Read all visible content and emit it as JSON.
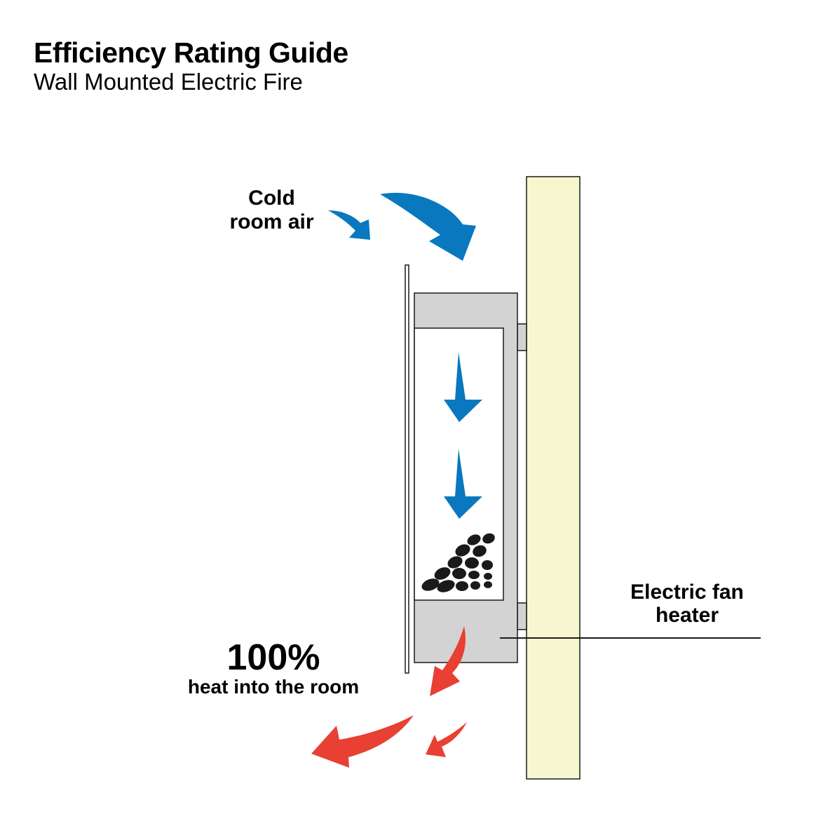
{
  "header": {
    "title": "Efficiency Rating Guide",
    "subtitle": "Wall Mounted Electric Fire"
  },
  "labels": {
    "cold_air_line1": "Cold",
    "cold_air_line2": "room air",
    "fan_heater_line1": "Electric fan",
    "fan_heater_line2": "heater",
    "efficiency_value": "100%",
    "efficiency_caption": "heat into the room"
  },
  "colors": {
    "cold_air": "#0a78be",
    "hot_air": "#e84033",
    "wall": "#f6f7cf",
    "heater_body": "#d3d3d3",
    "outline": "#1a1a1a"
  }
}
